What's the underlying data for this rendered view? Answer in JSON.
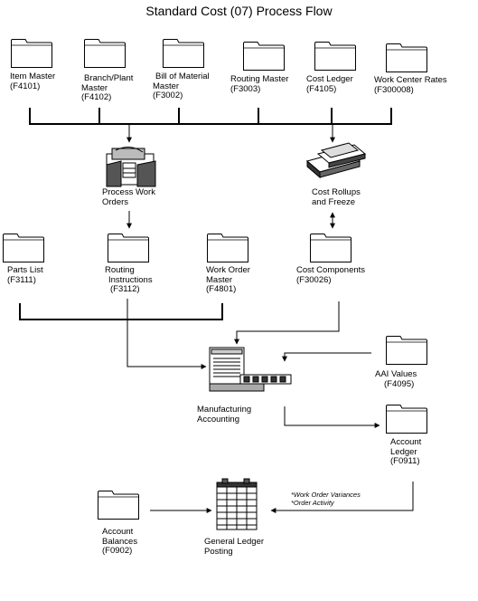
{
  "title": "Standard Cost (07) Process Flow",
  "top_tables": [
    {
      "name": "Item Master",
      "code": "(F4101)"
    },
    {
      "name1": "Branch/Plant",
      "name2": "Master",
      "code": "(F4102)"
    },
    {
      "name1": "Bill of Material",
      "name2": "Master",
      "code": "(F3002)"
    },
    {
      "name": "Routing Master",
      "code": "(F3003)"
    },
    {
      "name": "Cost Ledger",
      "code": "(F4105)"
    },
    {
      "name": "Work Center Rates",
      "code": "(F300008)"
    }
  ],
  "processes": {
    "process_work_orders": {
      "line1": "Process Work",
      "line2": "Orders"
    },
    "cost_rollups": {
      "line1": "Cost Rollups",
      "line2": "and Freeze"
    },
    "manufacturing_accounting": {
      "line1": "Manufacturing",
      "line2": "Accounting"
    },
    "general_ledger_posting": {
      "line1": "General Ledger",
      "line2": "Posting"
    }
  },
  "mid_tables": [
    {
      "name": "Parts List",
      "code": "(F3111)"
    },
    {
      "name1": "Routing",
      "name2": "Instructions",
      "code": "(F3112)"
    },
    {
      "name1": "Work Order",
      "name2": "Master",
      "code": "(F4801)"
    },
    {
      "name": "Cost Components",
      "code": "(F30026)"
    }
  ],
  "right_tables": {
    "aai": {
      "name": "AAI Values",
      "code": "(F4095)"
    },
    "account_ledger": {
      "name1": "Account",
      "name2": "Ledger",
      "code": "(F0911)"
    },
    "account_balances": {
      "name1": "Account",
      "name2": "Balances",
      "code": "(F0902)"
    }
  },
  "notes": {
    "line1": "*Work Order Variances",
    "line2": "*Order Activity"
  }
}
